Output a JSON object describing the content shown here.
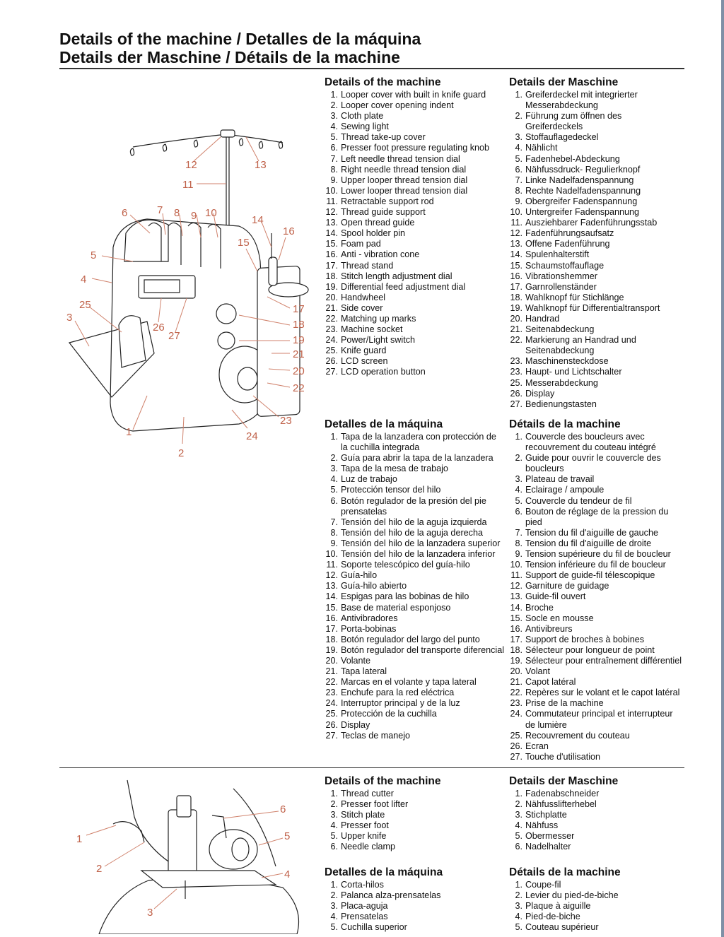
{
  "header": {
    "line1": "Details of the machine / Detalles de la máquina",
    "line2": "Details der Maschine / Détails de la machine"
  },
  "main_diagram": {
    "callouts": [
      "1",
      "2",
      "3",
      "4",
      "5",
      "6",
      "7",
      "8",
      "9",
      "10",
      "11",
      "12",
      "13",
      "14",
      "15",
      "16",
      "17",
      "18",
      "19",
      "20",
      "21",
      "22",
      "23",
      "24",
      "25",
      "26",
      "27"
    ]
  },
  "detail_diagram": {
    "callouts": [
      "1",
      "2",
      "3",
      "4",
      "5",
      "6"
    ]
  },
  "sections": {
    "en": {
      "title": "Details of the machine",
      "items": [
        {
          "n": "1.",
          "t": "Looper cover with built in knife guard"
        },
        {
          "n": "2.",
          "t": "Looper cover opening indent"
        },
        {
          "n": "3.",
          "t": "Cloth plate"
        },
        {
          "n": "4.",
          "t": "Sewing light"
        },
        {
          "n": "5.",
          "t": "Thread take-up cover"
        },
        {
          "n": "6.",
          "t": "Presser foot pressure regulating knob"
        },
        {
          "n": "7.",
          "t": "Left needle thread tension dial"
        },
        {
          "n": "8.",
          "t": "Right needle thread tension dial"
        },
        {
          "n": "9.",
          "t": "Upper looper thread tension dial"
        },
        {
          "n": "10.",
          "t": "Lower looper thread tension dial"
        },
        {
          "n": "11.",
          "t": "Retractable support rod"
        },
        {
          "n": "12.",
          "t": "Thread guide support"
        },
        {
          "n": "13.",
          "t": "Open thread guide"
        },
        {
          "n": "14.",
          "t": "Spool holder pin"
        },
        {
          "n": "15.",
          "t": "Foam pad"
        },
        {
          "n": "16.",
          "t": "Anti - vibration cone"
        },
        {
          "n": "17.",
          "t": "Thread stand"
        },
        {
          "n": "18.",
          "t": "Stitch length adjustment dial"
        },
        {
          "n": "19.",
          "t": "Differential feed adjustment dial"
        },
        {
          "n": "20.",
          "t": "Handwheel"
        },
        {
          "n": "21.",
          "t": "Side cover"
        },
        {
          "n": "22.",
          "t": "Matching up marks"
        },
        {
          "n": "23.",
          "t": "Machine socket"
        },
        {
          "n": "24.",
          "t": "Power/Light switch"
        },
        {
          "n": "25.",
          "t": "Knife guard"
        },
        {
          "n": "26.",
          "t": "LCD screen"
        },
        {
          "n": "27.",
          "t": "LCD operation button"
        }
      ]
    },
    "de": {
      "title": "Details der Maschine",
      "items": [
        {
          "n": "1.",
          "t": "Greiferdeckel mit integrierter"
        },
        {
          "n": "",
          "t": "Messerabdeckung"
        },
        {
          "n": "2.",
          "t": "Führung zum öffnen des"
        },
        {
          "n": "",
          "t": "Greiferdeckels"
        },
        {
          "n": "3.",
          "t": "Stoffauflagedeckel"
        },
        {
          "n": "4.",
          "t": "Nählicht"
        },
        {
          "n": "5.",
          "t": "Fadenhebel-Abdeckung"
        },
        {
          "n": "6.",
          "t": "Nähfussdruck- Regulierknopf"
        },
        {
          "n": "7.",
          "t": "Linke Nadelfadenspannung"
        },
        {
          "n": "8.",
          "t": "Rechte Nadelfadenspannung"
        },
        {
          "n": "9.",
          "t": "Obergreifer Fadenspannung"
        },
        {
          "n": "10.",
          "t": "Untergreifer Fadenspannung"
        },
        {
          "n": "11.",
          "t": "Ausziehbarer Fadenführungsstab"
        },
        {
          "n": "12.",
          "t": "Fadenführungsaufsatz"
        },
        {
          "n": "13.",
          "t": "Offene Fadenführung"
        },
        {
          "n": "14.",
          "t": "Spulenhalterstift"
        },
        {
          "n": "15.",
          "t": "Schaumstoffauflage"
        },
        {
          "n": "16.",
          "t": "Vibrationshemmer"
        },
        {
          "n": "17.",
          "t": "Garnrollenständer"
        },
        {
          "n": "18.",
          "t": "Wahlknopf für Stichlänge"
        },
        {
          "n": "19.",
          "t": "Wahlknopf für Differentialtransport"
        },
        {
          "n": "20.",
          "t": "Handrad"
        },
        {
          "n": "21.",
          "t": "Seitenabdeckung"
        },
        {
          "n": "22.",
          "t": "Markierung an Handrad und"
        },
        {
          "n": "",
          "t": "Seitenabdeckung"
        },
        {
          "n": "23.",
          "t": "Maschinensteckdose"
        },
        {
          "n": "23.",
          "t": "Haupt- und Lichtschalter"
        },
        {
          "n": "25.",
          "t": "Messerabdeckung"
        },
        {
          "n": "26.",
          "t": "Display"
        },
        {
          "n": "27.",
          "t": "Bedienungstasten"
        }
      ]
    },
    "es": {
      "title": "Detalles de la máquina",
      "items": [
        {
          "n": "1.",
          "t": "Tapa de la lanzadera con protección de"
        },
        {
          "n": "",
          "t": "la cuchilla integrada"
        },
        {
          "n": "2.",
          "t": "Guía para abrir la tapa de la lanzadera"
        },
        {
          "n": "3.",
          "t": "Tapa de la mesa de trabajo"
        },
        {
          "n": "4.",
          "t": "Luz de trabajo"
        },
        {
          "n": "5.",
          "t": "Protección tensor del hilo"
        },
        {
          "n": "6.",
          "t": "Botón regulador de la presión del pie"
        },
        {
          "n": "",
          "t": "prensatelas"
        },
        {
          "n": "7.",
          "t": "Tensión del hilo de la aguja izquierda"
        },
        {
          "n": "8.",
          "t": "Tensión del hilo de la aguja derecha"
        },
        {
          "n": "9.",
          "t": "Tensión del hilo de la lanzadera superior"
        },
        {
          "n": "10.",
          "t": "Tensión del hilo de la lanzadera inferior"
        },
        {
          "n": "11.",
          "t": "Soporte telescópico del guía-hilo"
        },
        {
          "n": "12.",
          "t": "Guía-hilo"
        },
        {
          "n": "13.",
          "t": "Guía-hilo abierto"
        },
        {
          "n": "14.",
          "t": "Espigas para las bobinas de hilo"
        },
        {
          "n": "15.",
          "t": "Base de material esponjoso"
        },
        {
          "n": "16.",
          "t": "Antivibradores"
        },
        {
          "n": "17.",
          "t": "Porta-bobinas"
        },
        {
          "n": "18.",
          "t": "Botón regulador del largo del punto"
        },
        {
          "n": "19.",
          "t": "Botón regulador del transporte diferencial"
        },
        {
          "n": "20.",
          "t": "Volante"
        },
        {
          "n": "21.",
          "t": "Tapa lateral"
        },
        {
          "n": "22.",
          "t": "Marcas en el volante y tapa lateral"
        },
        {
          "n": "23.",
          "t": "Enchufe para la red eléctrica"
        },
        {
          "n": "24.",
          "t": "Interruptor principal y de la luz"
        },
        {
          "n": "25.",
          "t": "Protección de la cuchilla"
        },
        {
          "n": "26.",
          "t": "Display"
        },
        {
          "n": "27.",
          "t": "Teclas de manejo"
        }
      ]
    },
    "fr": {
      "title": "Détails de la machine",
      "items": [
        {
          "n": "1.",
          "t": "Couvercle des boucleurs avec"
        },
        {
          "n": "",
          "t": "recouvrement du couteau intégré"
        },
        {
          "n": "2.",
          "t": "Guide pour ouvrir le couvercle des"
        },
        {
          "n": "",
          "t": "boucleurs"
        },
        {
          "n": "3.",
          "t": "Plateau de travail"
        },
        {
          "n": "4.",
          "t": "Eclairage / ampoule"
        },
        {
          "n": "5.",
          "t": "Couvercle du tendeur de fil"
        },
        {
          "n": "6.",
          "t": "Bouton de réglage de la pression du"
        },
        {
          "n": "",
          "t": "pied"
        },
        {
          "n": "7.",
          "t": "Tension du fil d'aiguille de gauche"
        },
        {
          "n": "8.",
          "t": "Tension du fil d'aiguille de droite"
        },
        {
          "n": "9.",
          "t": "Tension supérieure du fil de boucleur"
        },
        {
          "n": "10.",
          "t": "Tension inférieure du fil de boucleur"
        },
        {
          "n": "11.",
          "t": "Support de guide-fil télescopique"
        },
        {
          "n": "12.",
          "t": "Garniture de guidage"
        },
        {
          "n": "13.",
          "t": "Guide-fil ouvert"
        },
        {
          "n": "14.",
          "t": "Broche"
        },
        {
          "n": "15.",
          "t": "Socle en mousse"
        },
        {
          "n": "16.",
          "t": "Antivibreurs"
        },
        {
          "n": "17.",
          "t": "Support de broches à bobines"
        },
        {
          "n": "18.",
          "t": "Sélecteur pour longueur de point"
        },
        {
          "n": "19.",
          "t": "Sélecteur pour entraînement différentiel"
        },
        {
          "n": "20.",
          "t": "Volant"
        },
        {
          "n": "21.",
          "t": "Capot latéral"
        },
        {
          "n": "22.",
          "t": "Repères sur le volant et le capot latéral"
        },
        {
          "n": "23.",
          "t": "Prise de la machine"
        },
        {
          "n": "24.",
          "t": "Commutateur principal et interrupteur"
        },
        {
          "n": "",
          "t": "de lumière"
        },
        {
          "n": "25.",
          "t": "Recouvrement du couteau"
        },
        {
          "n": "26.",
          "t": "Ecran"
        },
        {
          "n": "27.",
          "t": "Touche d'utilisation"
        }
      ]
    },
    "en2": {
      "title": "Details of the machine",
      "items": [
        {
          "n": "1.",
          "t": "Thread cutter"
        },
        {
          "n": "2.",
          "t": "Presser foot lifter"
        },
        {
          "n": "3.",
          "t": "Stitch plate"
        },
        {
          "n": "4.",
          "t": "Presser foot"
        },
        {
          "n": "5.",
          "t": "Upper knife"
        },
        {
          "n": "6.",
          "t": "Needle clamp"
        }
      ]
    },
    "de2": {
      "title": "Details der Maschine",
      "items": [
        {
          "n": "1.",
          "t": "Fadenabschneider"
        },
        {
          "n": "2.",
          "t": "Nähfusslifterhebel"
        },
        {
          "n": "3.",
          "t": "Stichplatte"
        },
        {
          "n": "4.",
          "t": "Nähfuss"
        },
        {
          "n": "5.",
          "t": "Obermesser"
        },
        {
          "n": "6.",
          "t": "Nadelhalter"
        }
      ]
    },
    "es2": {
      "title": "Detalles de la máquina",
      "items": [
        {
          "n": "1.",
          "t": "Corta-hilos"
        },
        {
          "n": "2.",
          "t": "Palanca alza-prensatelas"
        },
        {
          "n": "3.",
          "t": "Placa-aguja"
        },
        {
          "n": "4.",
          "t": "Prensatelas"
        },
        {
          "n": "5.",
          "t": "Cuchilla superior"
        }
      ]
    },
    "fr2": {
      "title": "Détails de la machine",
      "items": [
        {
          "n": "1.",
          "t": "Coupe-fil"
        },
        {
          "n": "2.",
          "t": "Levier du pied-de-biche"
        },
        {
          "n": "3.",
          "t": "Plaque à aiguille"
        },
        {
          "n": "4.",
          "t": "Pied-de-biche"
        },
        {
          "n": "5.",
          "t": "Couteau supérieur"
        }
      ]
    }
  }
}
